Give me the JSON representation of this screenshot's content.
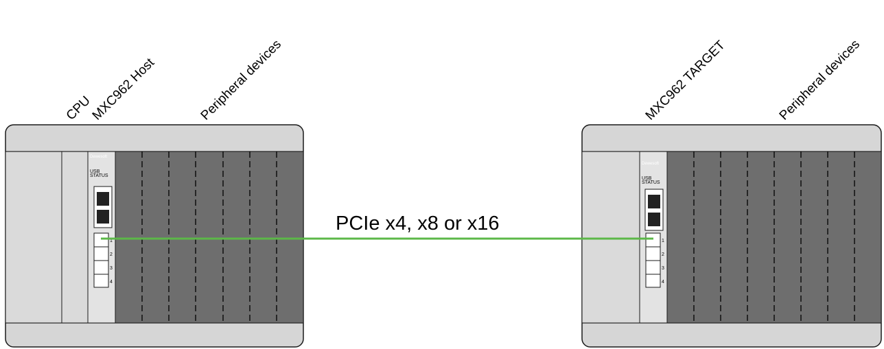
{
  "diagram": {
    "link": {
      "label": "PCIe x4, x8 or x16",
      "color": "#5cb848"
    },
    "host": {
      "labels": {
        "cpu": "CPU",
        "card": "MXC962 Host",
        "peripherals": "Peripheral devices"
      },
      "card_text": {
        "usb": "USB",
        "status": "STATUS",
        "brand": "Dewesoft"
      },
      "ports": [
        "1",
        "2",
        "3",
        "4"
      ]
    },
    "target": {
      "labels": {
        "card": "MXC962 TARGET",
        "peripherals": "Peripheral devices"
      },
      "card_text": {
        "usb": "USB",
        "status": "STATUS",
        "brand": "Dewesoft"
      },
      "ports": [
        "1",
        "2",
        "3",
        "4"
      ]
    },
    "colors": {
      "frame": "#d6d6d6",
      "slot_dark": "#6e6e6e",
      "card": "#e3e3e3",
      "outline": "#1a1a1a"
    }
  }
}
